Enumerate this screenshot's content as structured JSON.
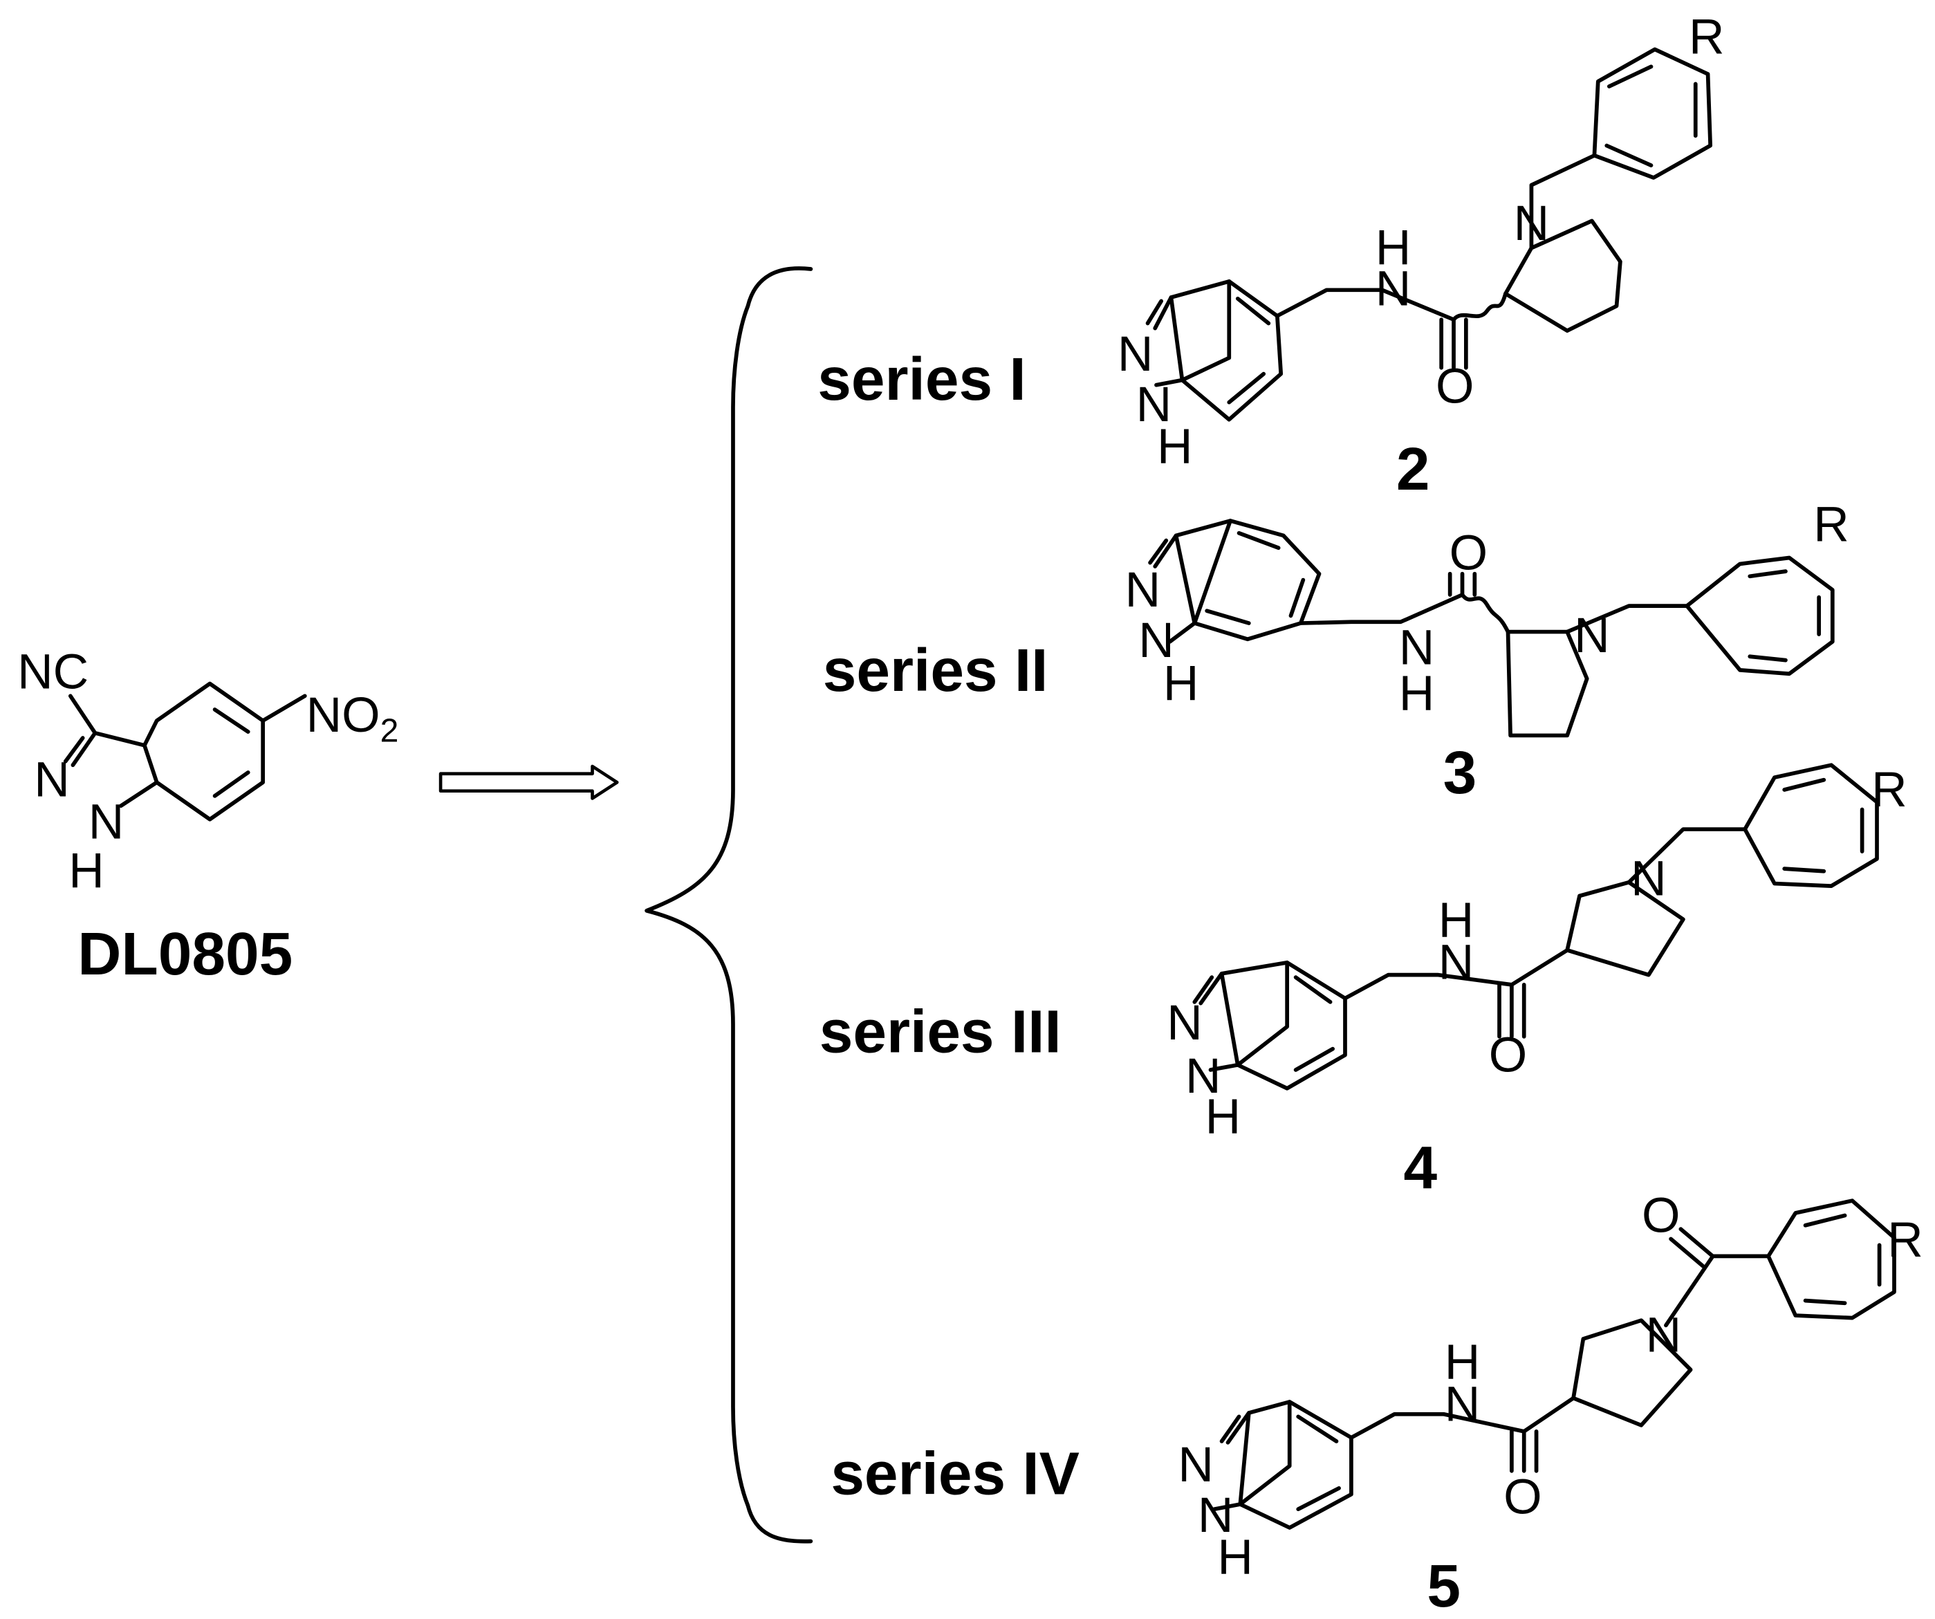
{
  "figure": {
    "start_compound": {
      "name": "DL0805",
      "atoms": {
        "nitrile": "NC",
        "ring_n2": "N",
        "ring_n1": "N",
        "ring_nh": "H",
        "nitro_n": "NO",
        "nitro_sub": "2"
      }
    },
    "series": [
      {
        "label": "series I",
        "compound_number": "2",
        "atoms": {
          "r": "R",
          "amine_n": "N",
          "nh_h": "H",
          "amide_n": "N",
          "carbonyl_o": "O",
          "ring_n2": "N",
          "ring_n1": "N",
          "ring_h": "H"
        }
      },
      {
        "label": "series II",
        "compound_number": "3",
        "atoms": {
          "r": "R",
          "amine_n": "N",
          "carbonyl_o": "O",
          "amide_n": "N",
          "nh_h": "H",
          "ring_n2": "N",
          "ring_n1": "N",
          "ring_h": "H"
        }
      },
      {
        "label": "series III",
        "compound_number": "4",
        "atoms": {
          "r": "R",
          "amine_n": "N",
          "nh_h": "H",
          "amide_n": "N",
          "carbonyl_o": "O",
          "ring_n2": "N",
          "ring_n1": "N",
          "ring_h": "H"
        }
      },
      {
        "label": "series IV",
        "compound_number": "5",
        "atoms": {
          "r": "R",
          "benzoyl_o": "O",
          "amine_n": "N",
          "nh_h": "H",
          "amide_n": "N",
          "carbonyl_o": "O",
          "ring_n2": "N",
          "ring_n1": "N",
          "ring_h": "H"
        }
      }
    ]
  }
}
